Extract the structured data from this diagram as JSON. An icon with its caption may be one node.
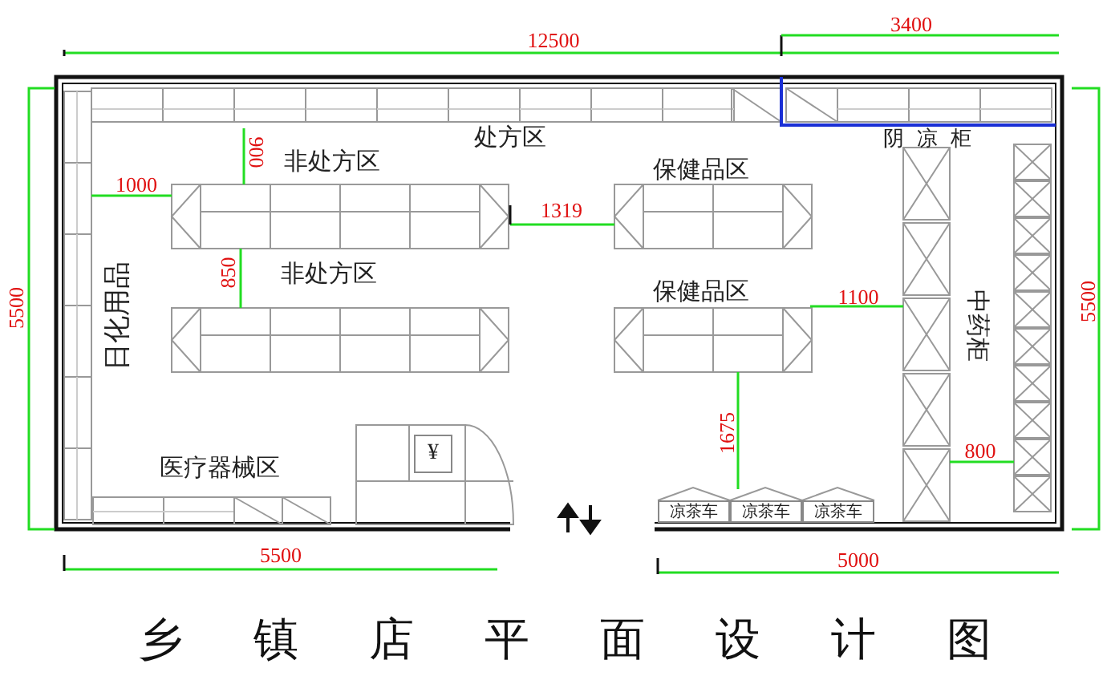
{
  "diagram": {
    "title": "乡镇店平面设计图",
    "nodes": [
      {
        "text": [
          "¥"
        ]
      },
      {
        "text": [
          "凉茶车"
        ]
      },
      {
        "text": [
          "凉茶车"
        ]
      },
      {
        "text": [
          "凉茶车"
        ]
      }
    ],
    "labels": [
      "3400",
      "12500",
      "处方区",
      "阴凉柜",
      "900",
      "非处方区",
      "保健品区",
      "1000",
      "1319",
      "5500",
      "5500",
      "850",
      "非处方区",
      "日化用品",
      "保健品区",
      "1100",
      "中药柜",
      "1675",
      "800",
      "医疗器械区",
      "5500",
      "5000"
    ]
  }
}
